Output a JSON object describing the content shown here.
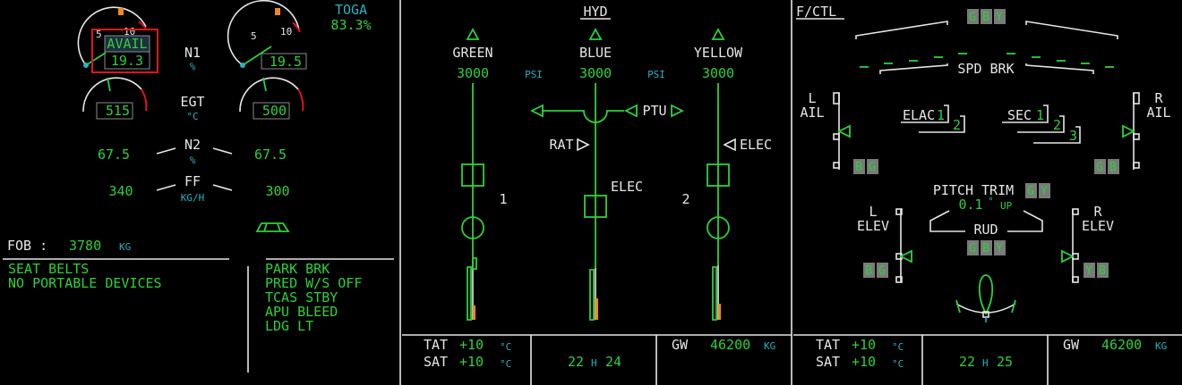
{
  "engine": {
    "toga_label": "TOGA",
    "toga_value": "83.3%",
    "n1": {
      "label": "N1",
      "unit": "%",
      "left": "19.3",
      "right": "19.5",
      "left_status": "AVAIL"
    },
    "egt": {
      "label": "EGT",
      "unit": "°C",
      "left": "515",
      "right": "500"
    },
    "n2": {
      "label": "N2",
      "unit": "%",
      "left": "67.5",
      "right": "67.5"
    },
    "ff": {
      "label": "FF",
      "unit": "KG/H",
      "left": "340",
      "right": "300"
    },
    "fob": {
      "label": "FOB :",
      "value": "3780",
      "unit": "KG"
    },
    "dial_labels": {
      "five": "5",
      "ten": "10"
    },
    "memo_left": [
      "SEAT BELTS",
      "NO PORTABLE DEVICES"
    ],
    "memo_right": [
      "PARK BRK",
      "PRED W/S OFF",
      "TCAS STBY",
      "APU BLEED",
      "LDG LT"
    ]
  },
  "hyd": {
    "title": "HYD",
    "systems": [
      {
        "name": "GREEN",
        "pressure": "3000"
      },
      {
        "name": "BLUE",
        "pressure": "3000"
      },
      {
        "name": "YELLOW",
        "pressure": "3000"
      }
    ],
    "psi": "PSI",
    "ptu": "PTU",
    "rat": "RAT",
    "elec_yellow": "ELEC",
    "elec_blue": "ELEC",
    "pump1": "1",
    "pump2": "2"
  },
  "fctl": {
    "title": "F/CTL",
    "spd_brk": "SPD BRK",
    "spoiler_hyd": [
      "G",
      "B",
      "Y"
    ],
    "l_ail": {
      "l1": "L",
      "l2": "AIL",
      "hyd": [
        "B",
        "G"
      ]
    },
    "r_ail": {
      "l1": "R",
      "l2": "AIL",
      "hyd": [
        "G",
        "B"
      ]
    },
    "elac": {
      "label": "ELAC",
      "n1": "1",
      "n2": "2"
    },
    "sec": {
      "label": "SEC",
      "n1": "1",
      "n2": "2",
      "n3": "3"
    },
    "pitch_trim": {
      "label": "PITCH TRIM",
      "value": "0.1",
      "deg": "°",
      "dir": "UP",
      "hyd": [
        "G",
        "Y"
      ]
    },
    "l_elev": {
      "l1": "L",
      "l2": "ELEV",
      "hyd": [
        "B",
        "G"
      ]
    },
    "r_elev": {
      "l1": "R",
      "l2": "ELEV",
      "hyd": [
        "Y",
        "B"
      ]
    },
    "rud": {
      "label": "RUD",
      "hyd": [
        "G",
        "B",
        "Y"
      ]
    }
  },
  "status_bars": [
    {
      "tat_label": "TAT",
      "tat": "+10",
      "sat_label": "SAT",
      "sat": "+10",
      "unit": "°C",
      "hours": "22",
      "h": "H",
      "minutes": "24",
      "gw_label": "GW",
      "gw": "46200",
      "gw_unit": "KG"
    },
    {
      "tat_label": "TAT",
      "tat": "+10",
      "sat_label": "SAT",
      "sat": "+10",
      "unit": "°C",
      "hours": "22",
      "h": "H",
      "minutes": "25",
      "gw_label": "GW",
      "gw": "46200",
      "gw_unit": "KG"
    }
  ],
  "colors": {
    "green": "#2fd03a",
    "cyan": "#27b3c0",
    "white": "#e6e6e6",
    "amber": "#f08a1c",
    "red": "#e0141e",
    "highlight": "#e0141e"
  }
}
